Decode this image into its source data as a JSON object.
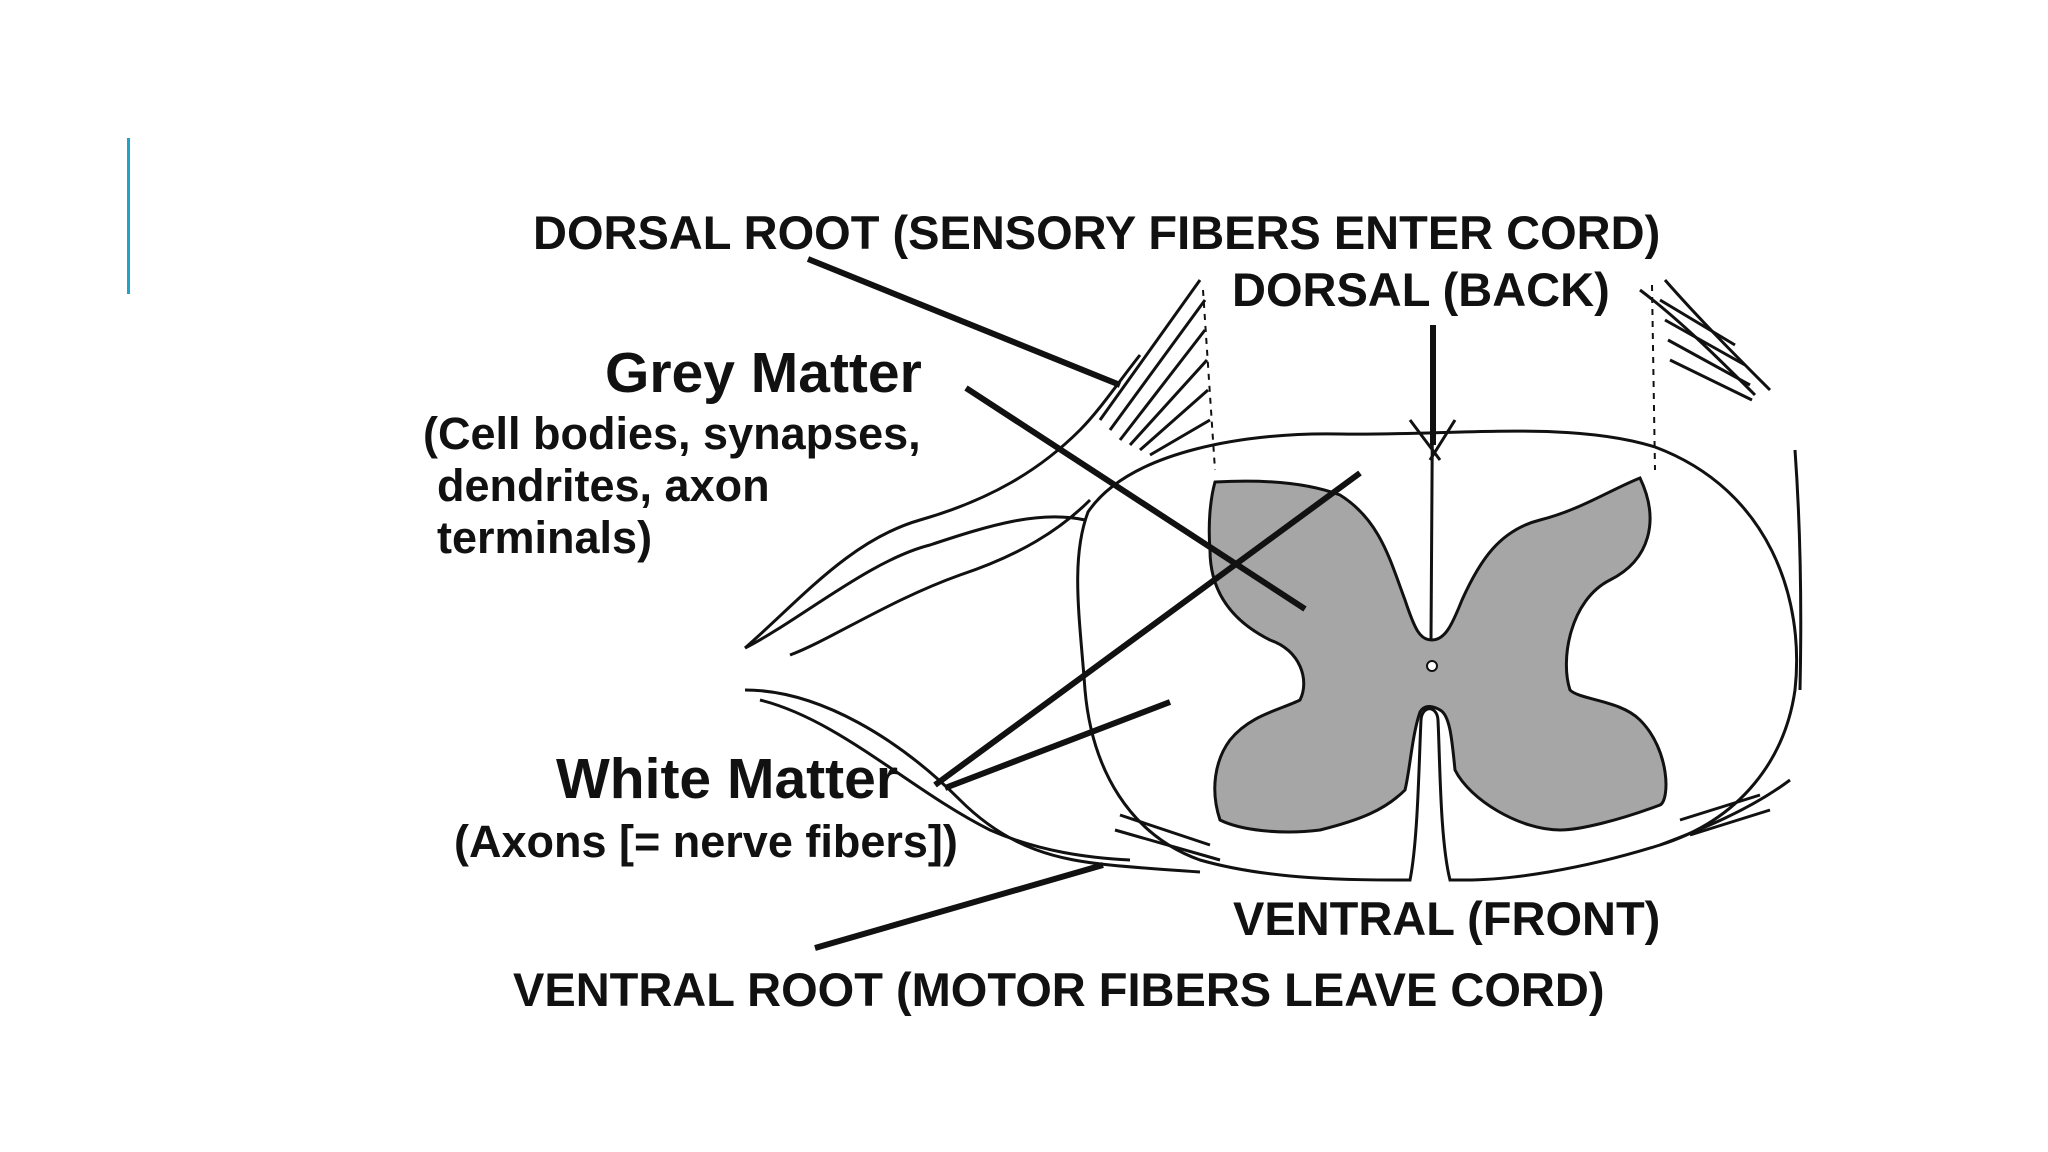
{
  "colors": {
    "accent": "#1fa3c9",
    "grey_matter": "#a6a6a6",
    "ink": "#111111"
  },
  "labels": {
    "dorsal_root": "DORSAL ROOT (SENSORY FIBERS ENTER CORD)",
    "dorsal_back": "DORSAL (BACK)",
    "grey_matter": "Grey Matter",
    "grey_matter_desc": [
      "(Cell bodies, synapses,",
      "dendrites, axon",
      "terminals)"
    ],
    "white_matter": "White Matter",
    "white_matter_desc": "(Axons [= nerve fibers])",
    "ventral_front": "VENTRAL (FRONT)",
    "ventral_root": "VENTRAL ROOT (MOTOR FIBERS LEAVE CORD)"
  }
}
